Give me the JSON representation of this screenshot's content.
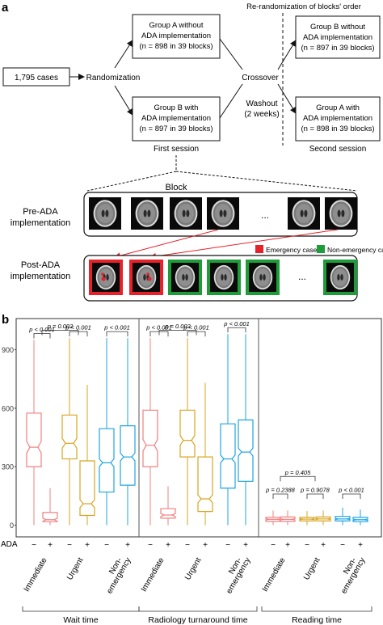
{
  "panel_a": {
    "label": "a",
    "cases": "1,795 cases",
    "randomization": "Randomization",
    "rerandomization": "Re-randomization of blocks' order",
    "crossover": "Crossover",
    "washout": [
      "Washout",
      "(2 weeks)"
    ],
    "group_a_first": [
      "Group A without",
      "ADA implementation",
      "(n = 898 in 39 blocks)"
    ],
    "group_b_first": [
      "Group B with",
      "ADA implementation",
      "(n = 897 in 39 blocks)"
    ],
    "group_b_second": [
      "Group B without",
      "ADA implementation",
      "(n = 897 in 39 blocks)"
    ],
    "group_a_second": [
      "Group A with",
      "ADA implementation",
      "(n = 898 in 39 blocks)"
    ],
    "first_session": "First session",
    "second_session": "Second session",
    "block": "Block",
    "pre_ada": [
      "Pre-ADA",
      "implementation"
    ],
    "post_ada": [
      "Post-ADA",
      "implementation"
    ],
    "ellipsis": "...",
    "legend_emergency": "Emergency case",
    "legend_nonemergency": "Non-emergency case",
    "post_frame_types": [
      "emergency",
      "emergency",
      "nonemergency",
      "nonemergency",
      "nonemergency",
      "nonemergency"
    ],
    "colors": {
      "emergency": "#e8202a",
      "nonemergency": "#1f9c3a"
    }
  },
  "panel_b": {
    "label": "b",
    "ada_row_label": "ADA",
    "ada_signs": [
      "−",
      "+"
    ],
    "colors": {
      "immediate": "#f08080",
      "urgent": "#d9a520",
      "nonemergency": "#1ea5e0"
    }
  },
  "chart_data": {
    "type": "boxplot",
    "yticks": [
      0,
      300,
      600,
      900
    ],
    "ylim": [
      -60,
      1060
    ],
    "groups": [
      {
        "name": "Wait time",
        "categories": [
          "Immediate",
          "Urgent",
          "Non-\nemergency"
        ],
        "boxes": [
          {
            "category": "Immediate",
            "ada": "−",
            "q1": 300,
            "median": 400,
            "q3": 575,
            "low": 0,
            "high": 950,
            "notch": [
              370,
              430
            ]
          },
          {
            "category": "Immediate",
            "ada": "+",
            "q1": 18,
            "median": 28,
            "q3": 65,
            "low": 0,
            "high": 190,
            "notch": [
              20,
              36
            ]
          },
          {
            "category": "Urgent",
            "ada": "−",
            "q1": 340,
            "median": 420,
            "q3": 565,
            "low": 0,
            "high": 960,
            "notch": [
              395,
              445
            ]
          },
          {
            "category": "Urgent",
            "ada": "+",
            "q1": 50,
            "median": 110,
            "q3": 330,
            "low": 0,
            "high": 720,
            "notch": [
              90,
              130
            ]
          },
          {
            "category": "Non-emergency",
            "ada": "−",
            "q1": 170,
            "median": 320,
            "q3": 495,
            "low": 0,
            "high": 960,
            "notch": [
              300,
              340
            ]
          },
          {
            "category": "Non-emergency",
            "ada": "+",
            "q1": 205,
            "median": 350,
            "q3": 510,
            "low": 0,
            "high": 960,
            "notch": [
              330,
              370
            ]
          }
        ],
        "annotations": [
          {
            "from": 0,
            "to": 1,
            "text": "p < 0.001",
            "level": 1
          },
          {
            "from": 2,
            "to": 3,
            "text": "p < 0.001",
            "level": 1
          },
          {
            "from": 4,
            "to": 5,
            "text": "p < 0.001",
            "level": 1
          },
          {
            "from": 0.5,
            "to": 2.5,
            "text": "p = 0.002",
            "level": 2
          }
        ]
      },
      {
        "name": "Radiology turnaround time",
        "categories": [
          "Immediate",
          "Urgent",
          "Non-\nemergency"
        ],
        "boxes": [
          {
            "category": "Immediate",
            "ada": "−",
            "q1": 300,
            "median": 410,
            "q3": 590,
            "low": 0,
            "high": 960,
            "notch": [
              380,
              440
            ]
          },
          {
            "category": "Immediate",
            "ada": "+",
            "q1": 36,
            "median": 52,
            "q3": 85,
            "low": 0,
            "high": 200,
            "notch": [
              44,
              60
            ]
          },
          {
            "category": "Urgent",
            "ada": "−",
            "q1": 350,
            "median": 435,
            "q3": 590,
            "low": 0,
            "high": 960,
            "notch": [
              410,
              460
            ]
          },
          {
            "category": "Urgent",
            "ada": "+",
            "q1": 70,
            "median": 135,
            "q3": 350,
            "low": 0,
            "high": 730,
            "notch": [
              115,
              155
            ]
          },
          {
            "category": "Non-emergency",
            "ada": "−",
            "q1": 190,
            "median": 340,
            "q3": 520,
            "low": 0,
            "high": 980,
            "notch": [
              320,
              360
            ]
          },
          {
            "category": "Non-emergency",
            "ada": "+",
            "q1": 225,
            "median": 375,
            "q3": 540,
            "low": 0,
            "high": 980,
            "notch": [
              355,
              395
            ]
          }
        ],
        "annotations": [
          {
            "from": 0,
            "to": 1,
            "text": "p < 0.001",
            "level": 1
          },
          {
            "from": 2,
            "to": 3,
            "text": "p < 0.001",
            "level": 1
          },
          {
            "from": 4,
            "to": 5,
            "text": "p < 0.001",
            "level": 1
          },
          {
            "from": 0.5,
            "to": 2.5,
            "text": "p = 0.002",
            "level": 2
          }
        ]
      },
      {
        "name": "Reading time",
        "categories": [
          "Immediate",
          "Urgent",
          "Non-\nemergency"
        ],
        "boxes": [
          {
            "category": "Immediate",
            "ada": "−",
            "q1": 20,
            "median": 30,
            "q3": 40,
            "low": 0,
            "high": 75,
            "notch": [
              27,
              33
            ]
          },
          {
            "category": "Immediate",
            "ada": "+",
            "q1": 20,
            "median": 30,
            "q3": 42,
            "low": 0,
            "high": 75,
            "notch": [
              27,
              33
            ]
          },
          {
            "category": "Urgent",
            "ada": "−",
            "q1": 22,
            "median": 31,
            "q3": 40,
            "low": 0,
            "high": 72,
            "notch": [
              28,
              34
            ]
          },
          {
            "category": "Urgent",
            "ada": "+",
            "q1": 22,
            "median": 32,
            "q3": 42,
            "low": 0,
            "high": 75,
            "notch": [
              29,
              35
            ]
          },
          {
            "category": "Non-emergency",
            "ada": "−",
            "q1": 22,
            "median": 32,
            "q3": 45,
            "low": 0,
            "high": 90,
            "notch": [
              29,
              35
            ]
          },
          {
            "category": "Non-emergency",
            "ada": "+",
            "q1": 18,
            "median": 28,
            "q3": 40,
            "low": 0,
            "high": 80,
            "notch": [
              25,
              31
            ]
          }
        ],
        "annotations": [
          {
            "from": 0,
            "to": 1,
            "text": "p = 0.2388",
            "level": 1
          },
          {
            "from": 2,
            "to": 3,
            "text": "p = 0.9078",
            "level": 1
          },
          {
            "from": 4,
            "to": 5,
            "text": "p < 0.001",
            "level": 1
          },
          {
            "from": 0.5,
            "to": 2.5,
            "text": "p = 0.405",
            "level": 2
          }
        ]
      }
    ]
  }
}
